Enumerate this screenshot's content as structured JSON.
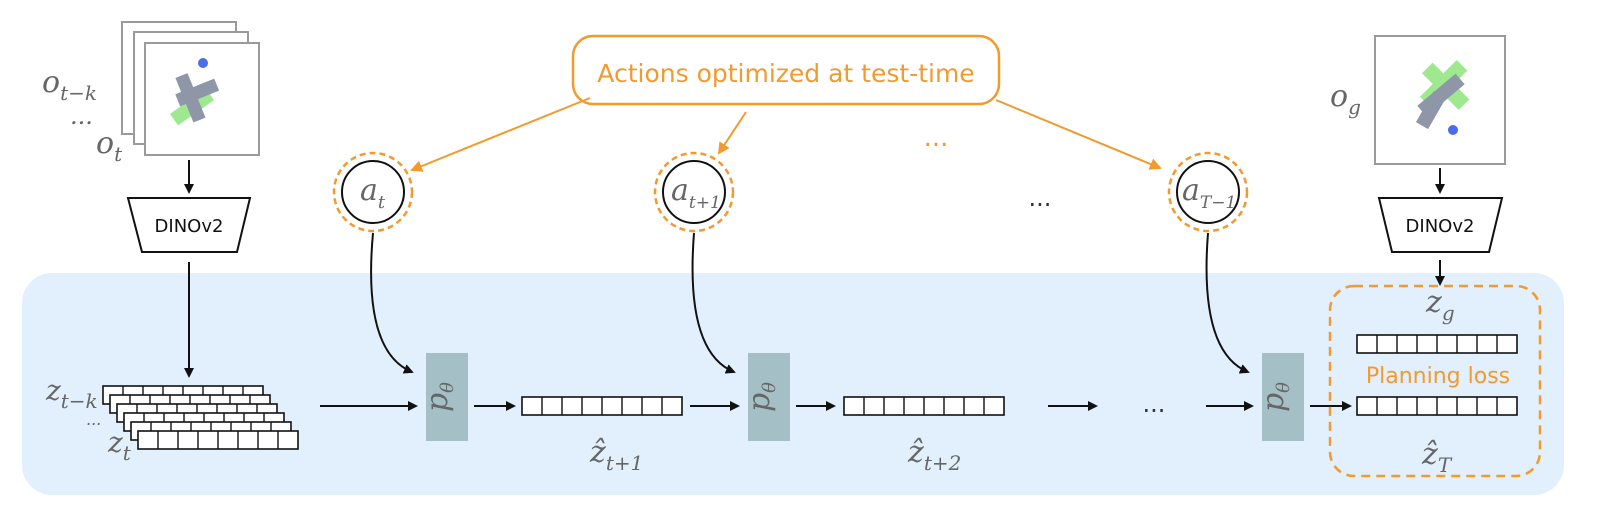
{
  "colors": {
    "accent": "#f29a2e",
    "panel": "#e2effc",
    "predictor": "#a4c0c6",
    "goal_patch": "#9ee88f",
    "t_shape": "#8e96a8",
    "agent_dot": "#4a6ee8"
  },
  "callout": {
    "text": "Actions optimized at test-time"
  },
  "ellipsis": "...",
  "encoders": {
    "left_label": "DINOv2",
    "right_label": "DINOv2"
  },
  "obs": {
    "history_top": {
      "sym": "o",
      "sub": "t−k"
    },
    "history_bottom": {
      "sym": "o",
      "sub": "t"
    },
    "goal": {
      "sym": "o",
      "sub": "g"
    }
  },
  "latents": {
    "stack_top": {
      "sym": "z",
      "sub": "t−k"
    },
    "stack_bottom": {
      "sym": "z",
      "sub": "t"
    },
    "pred_1": {
      "sym": "ẑ",
      "sub": "t+1"
    },
    "pred_2": {
      "sym": "ẑ",
      "sub": "t+2"
    },
    "pred_T": {
      "sym": "ẑ",
      "sub": "T"
    },
    "goal": {
      "sym": "z",
      "sub": "g"
    }
  },
  "actions": [
    {
      "sym": "a",
      "sub": "t"
    },
    {
      "sym": "a",
      "sub": "t+1"
    },
    {
      "sym": "a",
      "sub": "T−1"
    }
  ],
  "predictor": {
    "sym": "p",
    "sub": "θ"
  },
  "loss": {
    "label": "Planning loss"
  },
  "icons": [
    "observation-frame-icon",
    "t-block-icon",
    "agent-dot-icon",
    "goal-region-icon"
  ]
}
